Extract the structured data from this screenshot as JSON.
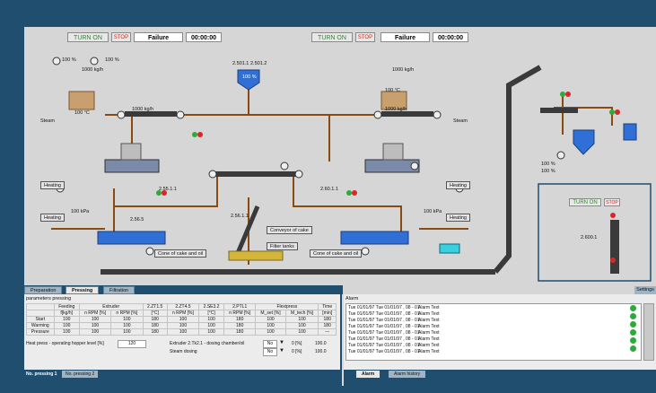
{
  "header": {
    "left": {
      "turn_on": "TURN ON",
      "stop": "STOP",
      "status": "Failure",
      "time": "00:00:00"
    },
    "right": {
      "turn_on": "TURN ON",
      "stop": "STOP",
      "status": "Failure",
      "time": "00:00:00"
    }
  },
  "diagram": {
    "left_percent_a": "100 %",
    "left_percent_b": "100 %",
    "left_ratio": "1000 kg/h",
    "left_rpm": "1000 kg/h",
    "left_temp": "100 °C",
    "hopper_values": [
      "2.501.1",
      "2.501.2"
    ],
    "hopper_percent": "100 %",
    "right_ratio": "1000 kg/h",
    "right_rpm": "1000 kg/h",
    "right_temp": "100 °C",
    "steam_left": "Steam",
    "steam_right": "Steam",
    "heating_left_top": "Heating",
    "heating_left_bottom": "Heating",
    "heating_right_top": "Heating",
    "heating_right_bottom": "Heating",
    "kpa_left": "100 kPa",
    "kpa_right": "100 kPa",
    "center_code_a": "2.55.1.1",
    "center_code_b": "2.56.1.1",
    "center_code_c": "2.56.5",
    "conveyor_cake": "Conveyor of cake",
    "filter_tanks": "Filter tanks",
    "cake_oil_left": "Cone of cake and oil",
    "cake_oil_right": "Cone of cake and oil",
    "right_code": "2.60.1.1",
    "mini_turn_on": "TURN ON",
    "mini_stop": "STOP",
    "mini_code": "2.600.1",
    "mini_percent_a": "100 %",
    "mini_percent_b": "100 %"
  },
  "tabs": {
    "items": [
      "Preparation",
      "Pressing",
      "Filtration"
    ],
    "active": "Pressing",
    "right": "Settings"
  },
  "left_panel": {
    "title": "parameters pressing",
    "columns": [
      "",
      "Feeding",
      "Extruder",
      "2.ZT1.5",
      "2.ZT4.5",
      "2.SE3.2",
      "2.PTL1",
      "Flexipress",
      "Time"
    ],
    "subcolumns": [
      "",
      "f[kg/h]",
      "n RPM [%]",
      "n RPM [%]",
      "[°C]",
      "n RPM [%]",
      "[°C]",
      "n RPM [%]",
      "M_set [%]",
      "M_tech [%]",
      "[min]"
    ],
    "rows": [
      {
        "name": "Start",
        "values": [
          "100",
          "100",
          "100",
          "180",
          "100",
          "100",
          "180",
          "100",
          "100",
          "180"
        ]
      },
      {
        "name": "Warming",
        "values": [
          "100",
          "100",
          "100",
          "180",
          "100",
          "100",
          "180",
          "100",
          "100",
          "180"
        ]
      },
      {
        "name": "Pressure",
        "values": [
          "100",
          "100",
          "100",
          "180",
          "100",
          "100",
          "180",
          "100",
          "100",
          "---"
        ]
      }
    ],
    "hopper_level_label": "Heat press - operating hopper level [%]",
    "hopper_level_value": "120",
    "extruder_label": "Extruder 2.Tk2.1 - dosing chamber/oil",
    "dosing_label": "Steam dosing",
    "no_a": "No",
    "no_b": "No",
    "pct_a": "0 [%]",
    "pct_b": "0 [%]",
    "val_a": "100.0",
    "val_b": "100.0",
    "bottom_tab_a": "No. pressing 1",
    "bottom_tab_b": "No. pressing 2"
  },
  "right_panel": {
    "title": "Alarm",
    "rows": [
      {
        "time": "Tue 01/01/97 Tue 01/01/97 , 08 - 01",
        "text": "Alarm Text"
      },
      {
        "time": "Tue 01/01/97 Tue 01/01/97 , 08 - 01",
        "text": "Alarm Text"
      },
      {
        "time": "Tue 01/01/97 Tue 01/01/97 , 08 - 01",
        "text": "Alarm Text"
      },
      {
        "time": "Tue 01/01/97 Tue 01/01/97 , 08 - 01",
        "text": "Alarm Text"
      },
      {
        "time": "Tue 01/01/97 Tue 01/01/97 , 08 - 01",
        "text": "Alarm Text"
      },
      {
        "time": "Tue 01/01/97 Tue 01/01/97 , 08 - 01",
        "text": "Alarm Text"
      },
      {
        "time": "Tue 01/01/97 Tue 01/01/97 , 08 - 01",
        "text": "Alarm Text"
      },
      {
        "time": "Tue 01/01/97 Tue 01/01/97 , 08 - 01",
        "text": "Alarm Text"
      }
    ],
    "tab_a": "Alarm",
    "tab_b": "Alarm history"
  },
  "colors": {
    "frame": "#1f4e6e",
    "pipe_brown": "#8b4a12",
    "conveyor": "#3a3a3a",
    "vessel_blue": "#2f6fd6",
    "ok_green": "#2eaa3a",
    "alarm_red": "#d62828"
  }
}
